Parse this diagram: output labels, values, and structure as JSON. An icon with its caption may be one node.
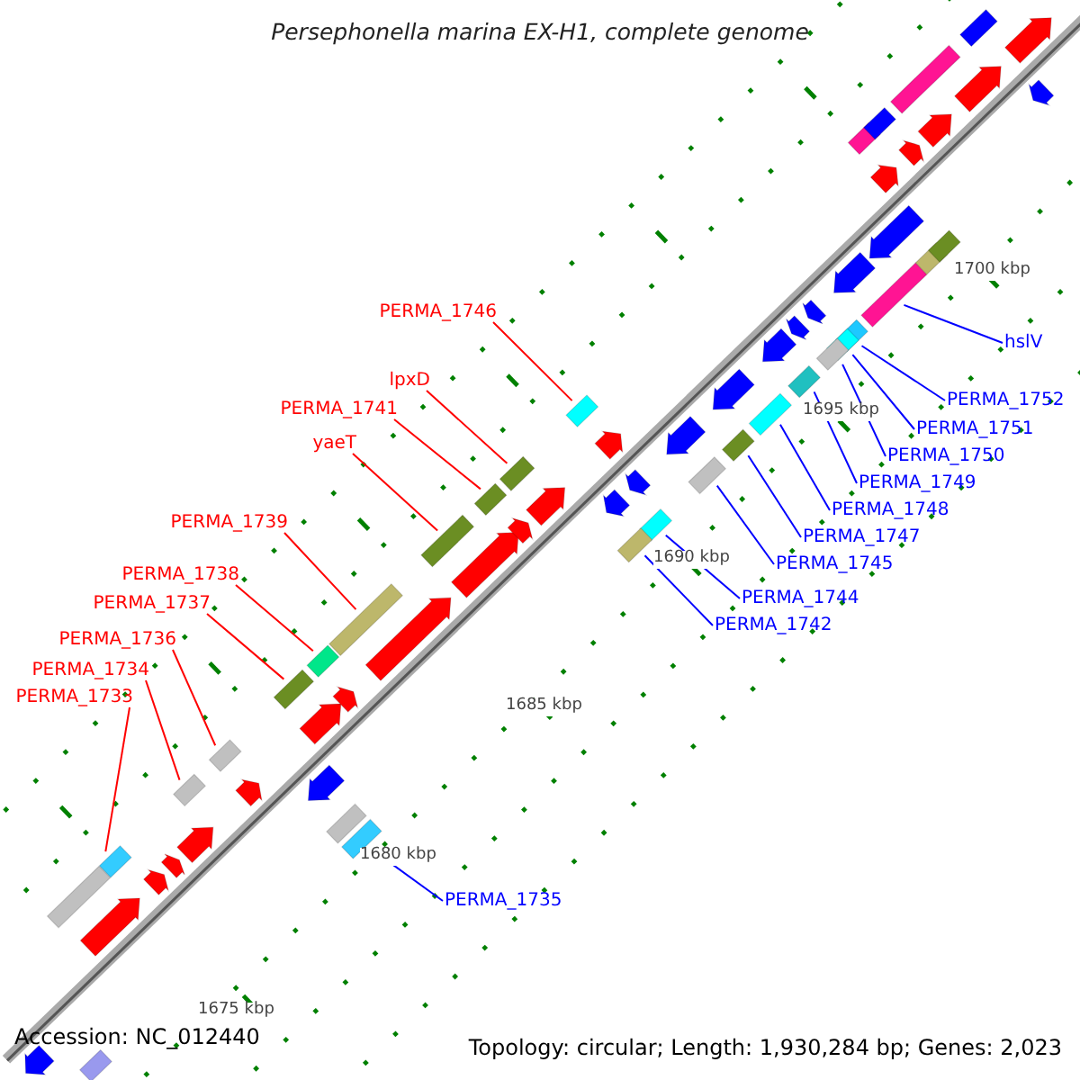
{
  "diagram": {
    "title": "Persephonella marina EX-H1, complete genome",
    "nodes": [
      {
        "text": [
          "PERMA_1746"
        ]
      },
      {
        "text": [],
        "shape": "box"
      },
      {
        "text": [
          "hslV"
        ]
      },
      {
        "text": [],
        "shape": "box"
      },
      {
        "text": [
          "PERMA_1752"
        ]
      },
      {
        "text": [],
        "shape": "box"
      },
      {
        "text": [
          "PERMA_1751"
        ]
      },
      {
        "text": [],
        "shape": "box"
      },
      {
        "text": [
          "PERMA_1750"
        ]
      },
      {
        "text": [],
        "shape": "box"
      },
      {
        "text": [
          "lpxD"
        ]
      },
      {
        "text": [],
        "shape": "box"
      },
      {
        "text": [
          "PERMA_1741"
        ]
      },
      {
        "text": [],
        "shape": "box"
      },
      {
        "text": [
          "PERMA_1749"
        ]
      },
      {
        "text": [],
        "shape": "box"
      },
      {
        "text": [
          "yaeT"
        ]
      },
      {
        "text": [],
        "shape": "box"
      },
      {
        "text": [
          "PERMA_1748"
        ]
      },
      {
        "text": [],
        "shape": "box"
      },
      {
        "text": [
          "PERMA_1747"
        ]
      },
      {
        "text": [],
        "shape": "box"
      },
      {
        "text": [
          "PERMA_1739"
        ]
      },
      {
        "text": [],
        "shape": "box"
      },
      {
        "text": [
          "PERMA_1745"
        ]
      },
      {
        "text": [],
        "shape": "box"
      },
      {
        "text": [
          "PERMA_1744"
        ]
      },
      {
        "text": [],
        "shape": "box"
      },
      {
        "text": [
          "PERMA_1738"
        ]
      },
      {
        "text": [],
        "shape": "box"
      },
      {
        "text": [
          "PERMA_1742"
        ]
      },
      {
        "text": [],
        "shape": "box"
      },
      {
        "text": [
          "PERMA_1737"
        ]
      },
      {
        "text": [],
        "shape": "box"
      },
      {
        "text": [
          "PERMA_1736"
        ]
      },
      {
        "text": [],
        "shape": "box"
      },
      {
        "text": [
          "PERMA_1734"
        ]
      },
      {
        "text": [],
        "shape": "box"
      },
      {
        "text": [
          "PERMA_1733"
        ]
      },
      {
        "text": [],
        "shape": "box"
      },
      {
        "text": [
          "PERMA_1735"
        ]
      },
      {
        "text": [],
        "shape": "box"
      },
      {
        "text": [],
        "shape": "arrow"
      },
      {
        "text": [],
        "shape": "box"
      },
      {
        "text": [],
        "shape": "box"
      },
      {
        "text": [],
        "shape": "arrow"
      },
      {
        "text": [],
        "shape": "arrow"
      },
      {
        "text": [],
        "shape": "arrow"
      },
      {
        "text": [],
        "shape": "arrow"
      },
      {
        "text": [],
        "shape": "arrow"
      },
      {
        "text": [],
        "shape": "arrow"
      },
      {
        "text": [],
        "shape": "arrow"
      },
      {
        "text": [],
        "shape": "arrow"
      },
      {
        "text": [],
        "shape": "box"
      },
      {
        "text": [],
        "shape": "arrow"
      },
      {
        "text": [],
        "shape": "arrow"
      },
      {
        "text": [],
        "shape": "arrow"
      },
      {
        "text": [],
        "shape": "arrow"
      },
      {
        "text": [],
        "shape": "arrow"
      },
      {
        "text": [],
        "shape": "arrow"
      },
      {
        "text": [],
        "shape": "arrow"
      },
      {
        "text": [],
        "shape": "arrow"
      },
      {
        "text": [],
        "shape": "arrow"
      },
      {
        "text": [],
        "shape": "arrow"
      },
      {
        "text": [],
        "shape": "arrow"
      },
      {
        "text": [],
        "shape": "arrow"
      },
      {
        "text": [],
        "shape": "arrow"
      },
      {
        "text": [],
        "shape": "box"
      },
      {
        "text": [],
        "shape": "arrow"
      },
      {
        "text": [],
        "shape": "box"
      },
      {
        "text": [],
        "shape": "arrow"
      },
      {
        "text": [],
        "shape": "arrow"
      },
      {
        "text": [],
        "shape": "box"
      },
      {
        "text": [],
        "shape": "box"
      },
      {
        "text": [],
        "shape": "arrow"
      },
      {
        "text": [],
        "shape": "box"
      },
      {
        "text": [],
        "shape": "arrow"
      },
      {
        "text": [],
        "shape": "box"
      },
      {
        "text": [],
        "shape": "arrow"
      },
      {
        "text": [],
        "shape": "arrow"
      }
    ],
    "edges": [
      {
        "from": 0,
        "to": 1,
        "arrow": "none",
        "color": "#ff0000"
      },
      {
        "from": 2,
        "to": 3,
        "arrow": "none"
      },
      {
        "from": 4,
        "to": 5,
        "arrow": "none"
      },
      {
        "from": 6,
        "to": 7,
        "arrow": "none"
      },
      {
        "from": 8,
        "to": 9,
        "arrow": "none"
      },
      {
        "from": 10,
        "to": 11,
        "arrow": "none",
        "color": "#ff0000"
      },
      {
        "from": 12,
        "to": 13,
        "arrow": "none",
        "color": "#ff0000"
      },
      {
        "from": 14,
        "to": 15,
        "arrow": "none"
      },
      {
        "from": 16,
        "to": 17,
        "arrow": "none",
        "color": "#ff0000"
      },
      {
        "from": 18,
        "to": 19,
        "arrow": "none"
      },
      {
        "from": 20,
        "to": 21,
        "arrow": "none"
      },
      {
        "from": 22,
        "to": 23,
        "arrow": "none",
        "color": "#ff0000"
      },
      {
        "from": 24,
        "to": 25,
        "arrow": "none"
      },
      {
        "from": 26,
        "to": 27,
        "arrow": "none"
      },
      {
        "from": 28,
        "to": 29,
        "arrow": "none",
        "color": "#ff0000"
      },
      {
        "from": 30,
        "to": 31,
        "arrow": "none"
      },
      {
        "from": 32,
        "to": 33,
        "arrow": "none",
        "color": "#ff0000"
      },
      {
        "from": 34,
        "to": 35,
        "arrow": "none",
        "color": "#ff0000"
      },
      {
        "from": 36,
        "to": 37,
        "arrow": "none",
        "color": "#ff0000"
      },
      {
        "from": 38,
        "to": 39,
        "arrow": "none",
        "color": "#ff0000"
      },
      {
        "from": 40,
        "to": 41,
        "arrow": "none"
      }
    ],
    "labels": [
      "1700 kbp",
      "1695 kbp",
      "1690 kbp",
      "1685 kbp",
      "1680 kbp",
      "1675 kbp",
      "Accession: NC_012440",
      "Topology: circular; Length: 1,930,284 bp; Genes: 2,023"
    ]
  }
}
